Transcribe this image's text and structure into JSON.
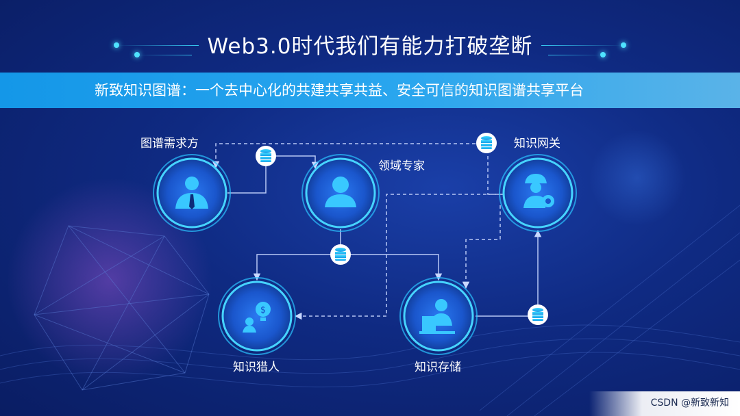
{
  "title": "Web3.0时代我们有能力打破垄断",
  "subtitle": "新致知识图谱：一个去中心化的共建共享共益、安全可信的知识图谱共享平台",
  "nodes": {
    "demand": {
      "label": "图谱需求方",
      "icon": "businessman-icon"
    },
    "expert": {
      "label": "领域专家",
      "icon": "user-icon"
    },
    "gateway": {
      "label": "知识网关",
      "icon": "engineer-gear-icon"
    },
    "hunter": {
      "label": "知识猎人",
      "icon": "idea-money-person-icon"
    },
    "storage": {
      "label": "知识存储",
      "icon": "person-at-desk-icon"
    }
  },
  "connectors": {
    "icon": "database-icon"
  },
  "colors": {
    "accent": "#1ec8ff",
    "circle_fill": "#1d63d6",
    "subtitle_bar": "#1a9fea"
  },
  "footer": "CSDN @新致新知"
}
